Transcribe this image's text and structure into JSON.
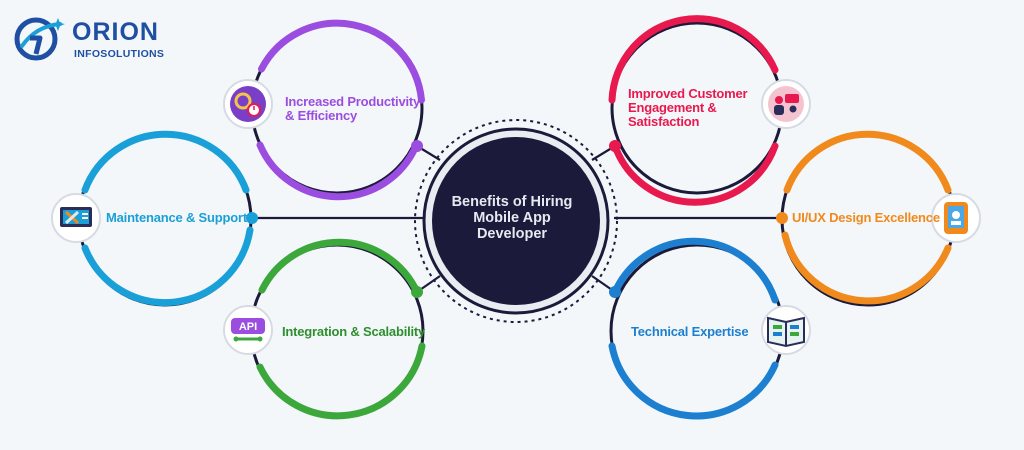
{
  "brand": {
    "name": "ORION",
    "tagline": "INFOSOLUTIONS"
  },
  "center": {
    "lines": [
      "Benefits of Hiring",
      "Mobile App",
      "Developer"
    ]
  },
  "colors": {
    "dark": "#1b1a3a",
    "purple": "#9b4de0",
    "cyan": "#1aa0d8",
    "green": "#3ca83c",
    "red": "#e8194e",
    "orange": "#f08a1c",
    "blue": "#1c7fd0",
    "brand": "#1f4fa3"
  },
  "benefits": {
    "productivity": {
      "lines": [
        "Increased Productivity",
        "& Efficiency"
      ],
      "icon": "gears-clock-icon"
    },
    "maintenance": {
      "lines": [
        "Maintenance & Support"
      ],
      "icon": "tools-monitor-icon"
    },
    "integration": {
      "lines": [
        "Integration & Scalability"
      ],
      "icon": "api-icon"
    },
    "engagement": {
      "lines": [
        "Improved Customer",
        "Engagement &",
        "Satisfaction"
      ],
      "icon": "customer-chat-icon"
    },
    "uiux": {
      "lines": [
        "UI/UX Design Excellence"
      ],
      "icon": "phone-design-icon"
    },
    "technical": {
      "lines": [
        "Technical Expertise"
      ],
      "icon": "blueprint-book-icon"
    }
  }
}
